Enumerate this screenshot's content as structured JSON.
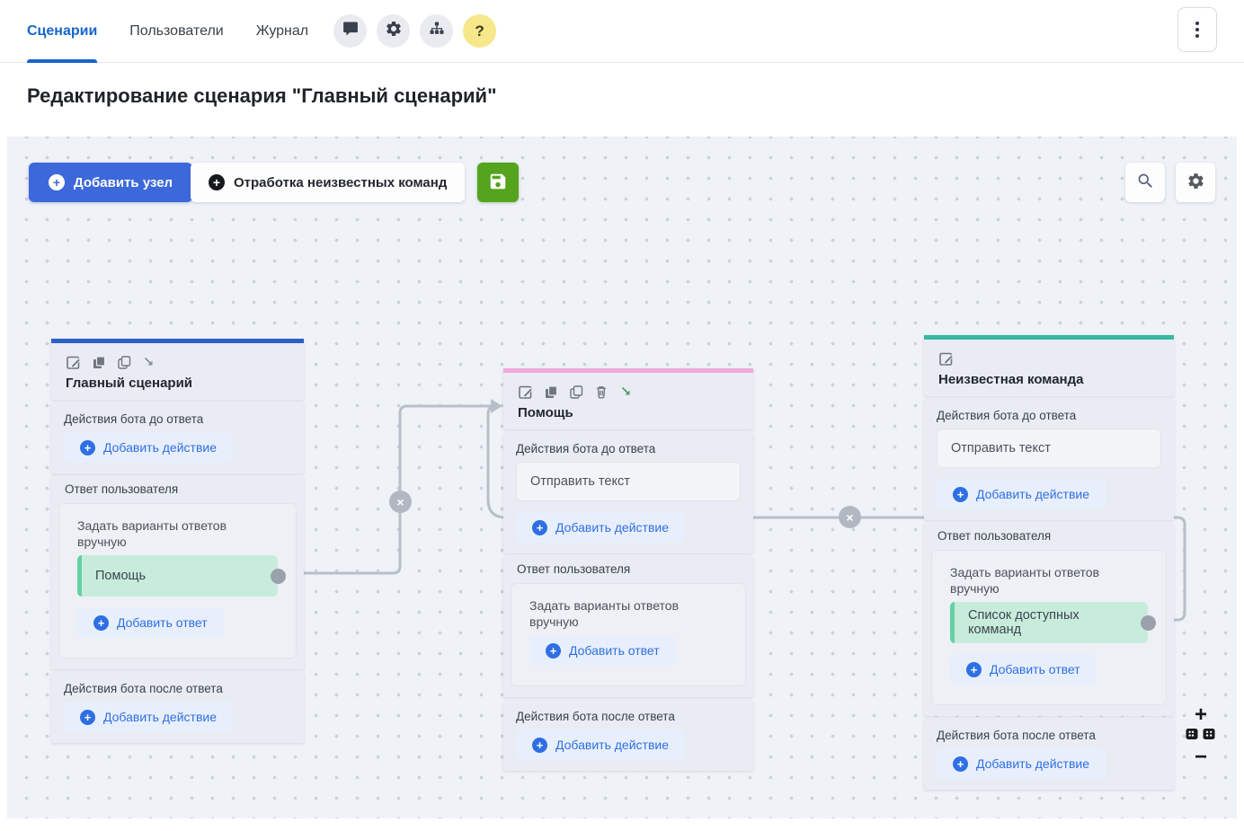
{
  "nav": {
    "tabs": [
      {
        "label": "Сценарии",
        "active": true
      },
      {
        "label": "Пользователи",
        "active": false
      },
      {
        "label": "Журнал",
        "active": false
      }
    ],
    "help_glyph": "?"
  },
  "page": {
    "title": "Редактирование сценария \"Главный сценарий\""
  },
  "toolbar": {
    "add_node_label": "Добавить узел",
    "unknown_commands_label": "Отработка неизвестных команд"
  },
  "nodes": [
    {
      "title": "Главный сценарий",
      "accent_color": "#2d5ec9",
      "before_label": "Действия бота до ответа",
      "response_label": "Ответ пользователя",
      "after_label": "Действия бота после ответа",
      "manual_label": "Задать варианты ответов вручную",
      "answer": "Помощь",
      "add_action_label": "Добавить действие",
      "add_answer_label": "Добавить ответ"
    },
    {
      "title": "Помощь",
      "accent_color": "#f0a9d9",
      "before_label": "Действия бота до ответа",
      "response_label": "Ответ пользователя",
      "after_label": "Действия бота после ответа",
      "manual_label": "Задать варианты ответов вручную",
      "action": "Отправить текст",
      "add_action_label": "Добавить действие",
      "add_answer_label": "Добавить ответ"
    },
    {
      "title": "Неизвестная команда",
      "accent_color": "#39b9a3",
      "before_label": "Действия бота до ответа",
      "response_label": "Ответ пользователя",
      "after_label": "Действия бота после ответа",
      "manual_label": "Задать варианты ответов вручную",
      "action": "Отправить текст",
      "answer": "Список доступных комманд",
      "add_action_label": "Добавить действие",
      "add_answer_label": "Добавить ответ"
    }
  ],
  "wires": {
    "close_glyph": "×"
  },
  "zoom": {
    "plus": "+",
    "minus": "−"
  },
  "colors": {
    "accent_blue": "#3d68da",
    "save_green": "#55a41e",
    "wire_gray": "#b9bfc8"
  }
}
